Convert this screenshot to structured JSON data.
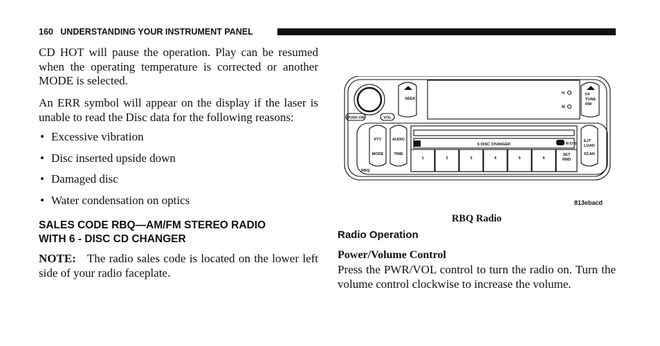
{
  "header": {
    "page_number": "160",
    "section": "UNDERSTANDING YOUR INSTRUMENT PANEL"
  },
  "left": {
    "para1": "CD HOT will pause the operation. Play can be resumed when the operating temperature is corrected or another MODE is selected.",
    "para2": "An ERR symbol will appear on the display if the laser is unable to read the Disc data for the following reasons:",
    "bullets": [
      "Excessive vibration",
      "Disc inserted upside down",
      "Damaged disc",
      "Water condensation on optics"
    ],
    "heading_line1": "SALES CODE RBQ—AM/FM STEREO RADIO",
    "heading_line2": "WITH 6 - DISC CD CHANGER",
    "note_label": "NOTE:",
    "note_text": "The radio sales code is located on the lower left side of your radio faceplate."
  },
  "figure": {
    "labels": {
      "seek": "SEEK",
      "push_on": "PUSH ON",
      "vol": "VOL",
      "h": "H",
      "m": "M",
      "ff": "FF",
      "tune": "TUNE",
      "rw": "RW",
      "pty": "PTY",
      "audio": "AUDIO",
      "mode": "MODE",
      "time": "TIME",
      "disc_changer": "6 DISC CHANGER",
      "rds": "R·D·S",
      "ejt": "EJT",
      "load": "LOAD",
      "scan": "SCAN",
      "set": "SET",
      "rnd": "RND",
      "rbq": "RBQ",
      "presets": [
        "1",
        "2",
        "3",
        "4",
        "5",
        "6"
      ]
    },
    "code": "813ebacd",
    "caption": "RBQ Radio"
  },
  "right": {
    "section_title": "Radio Operation",
    "subheading": "Power/Volume Control",
    "para": "Press the PWR/VOL control to turn the radio on. Turn the volume control clockwise to increase the volume."
  }
}
